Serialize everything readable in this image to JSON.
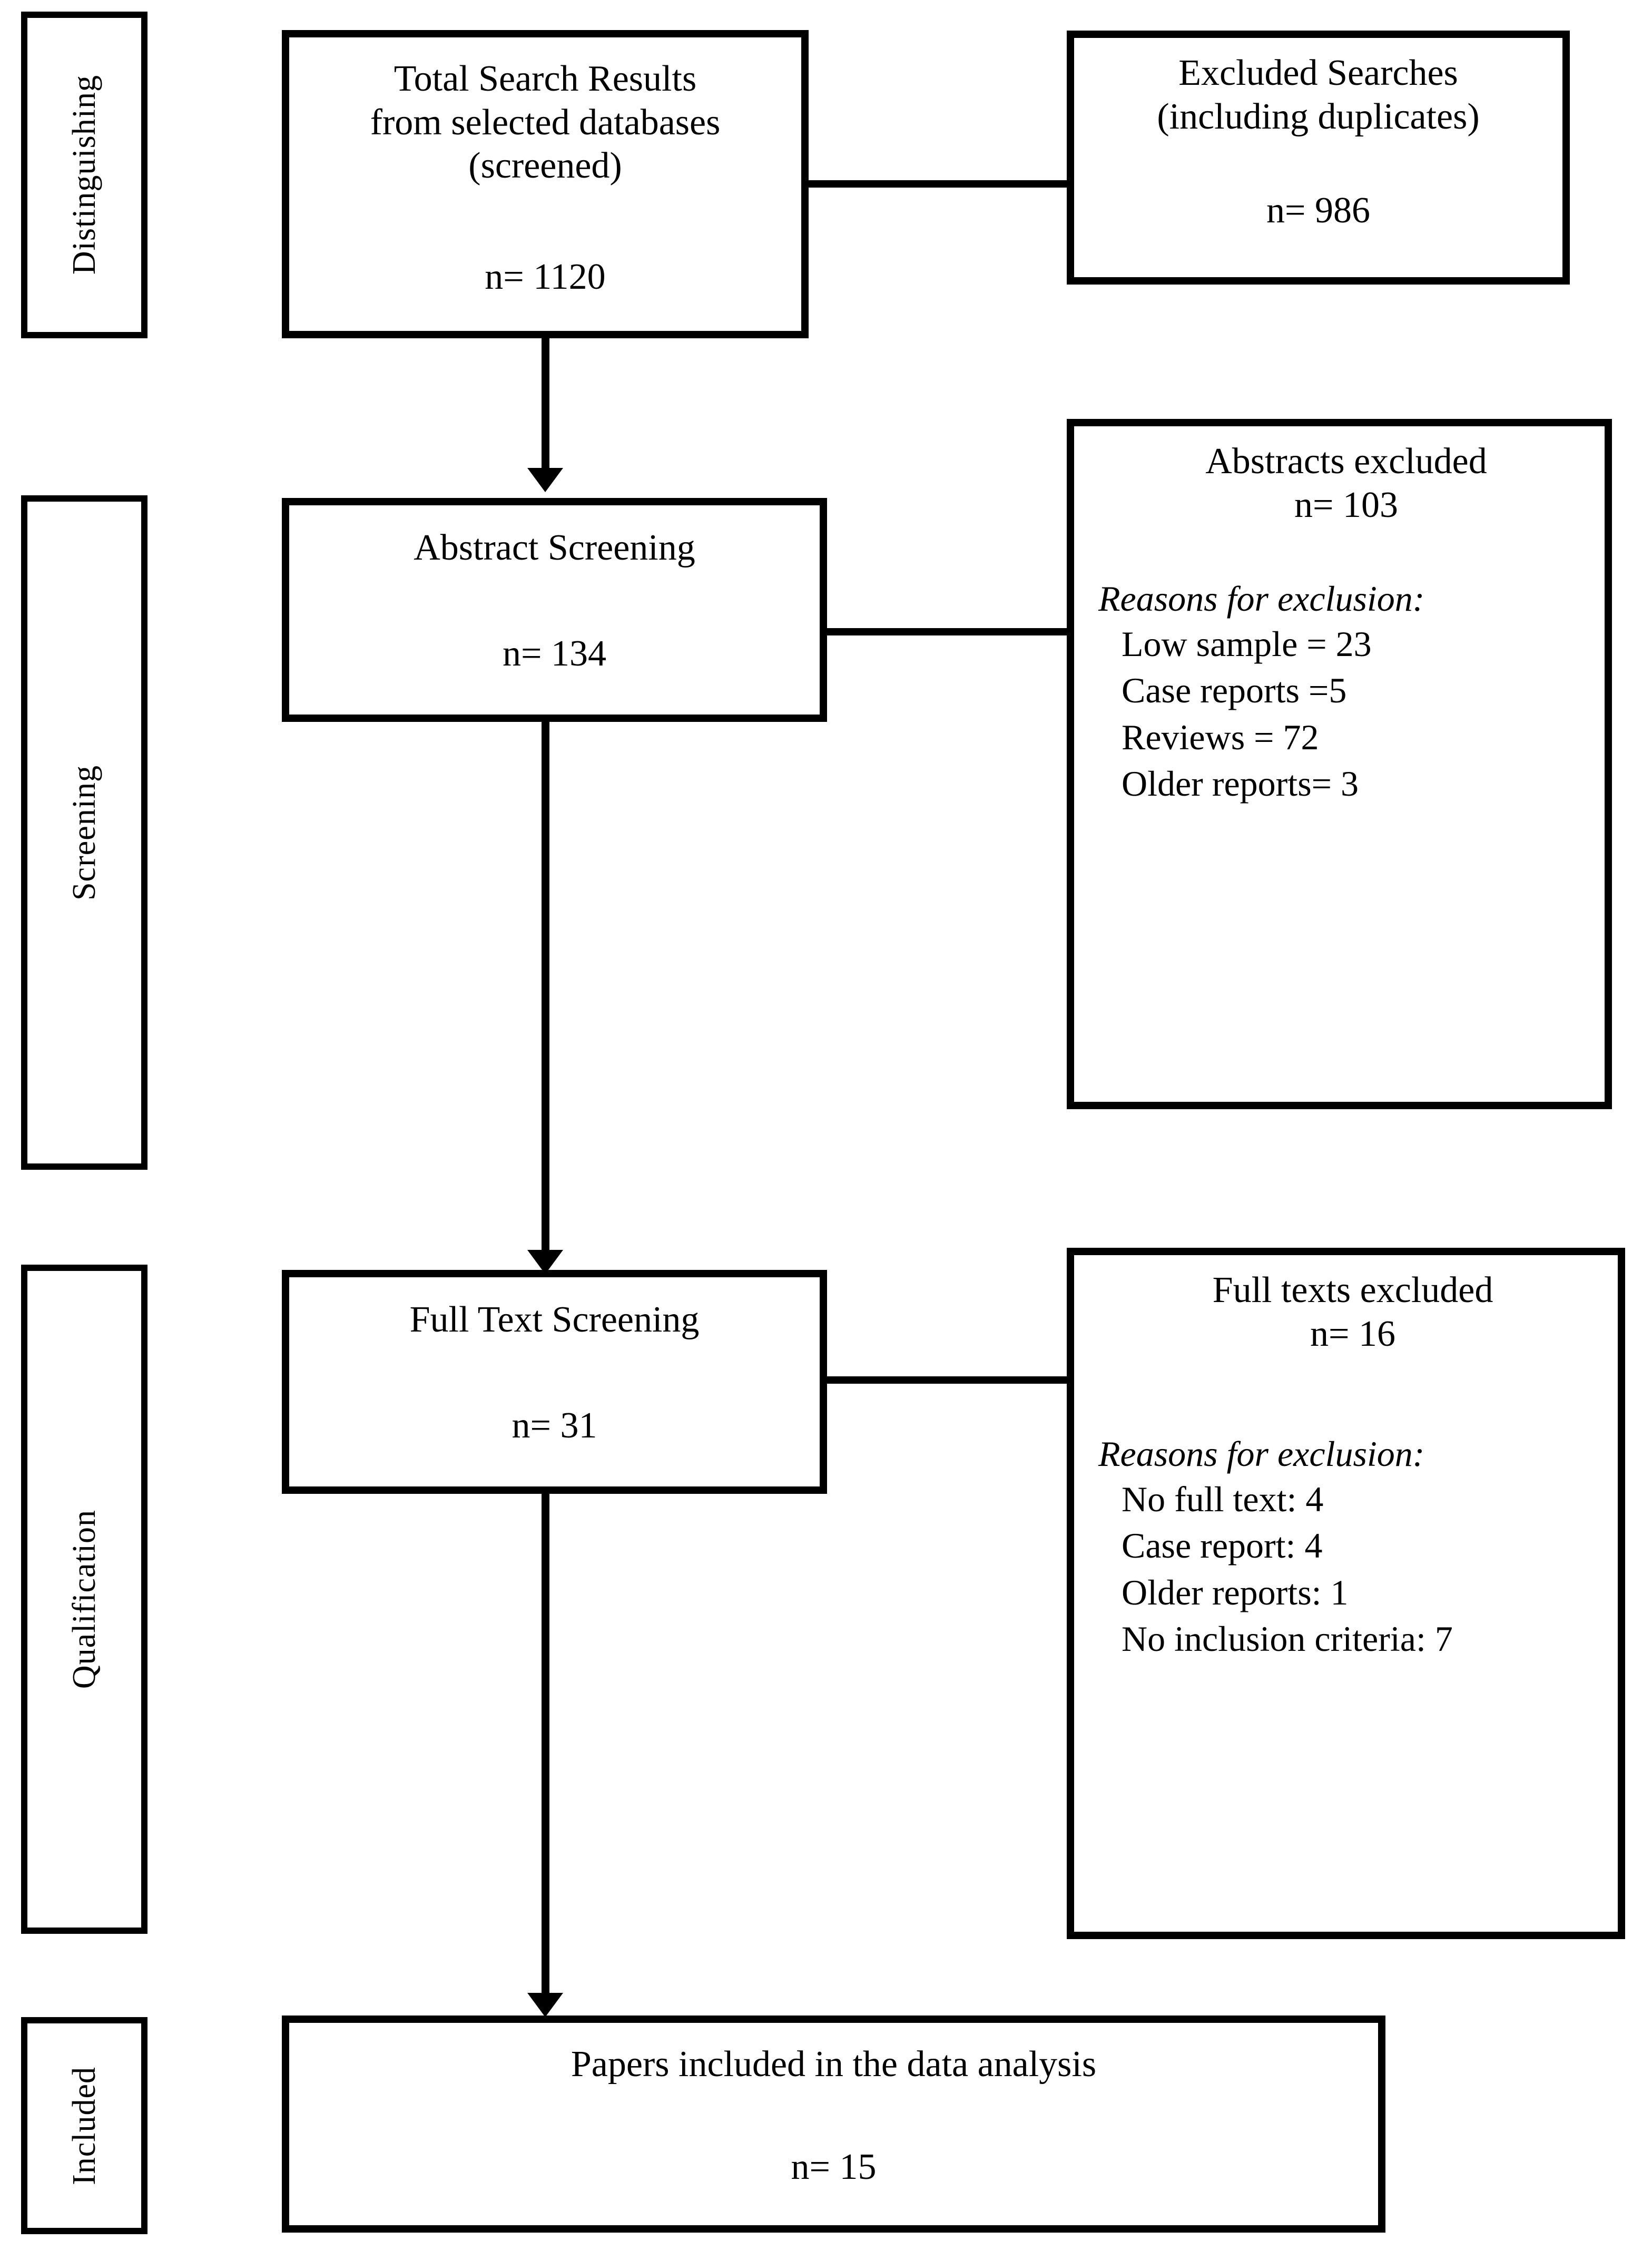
{
  "diagram": {
    "type": "prisma-flow-diagram",
    "title": "",
    "stages": [
      {
        "id": "distinguishing",
        "label": "Distinguishing"
      },
      {
        "id": "screening",
        "label": "Screening"
      },
      {
        "id": "qualification",
        "label": "Qualification"
      },
      {
        "id": "included",
        "label": "Included"
      }
    ],
    "main_nodes": [
      {
        "id": "total-search-results",
        "title": "Total Search Results\nfrom selected databases\n(screened)",
        "count": "n= 1120"
      },
      {
        "id": "abstract-screening",
        "title": "Abstract Screening",
        "count": "n= 134"
      },
      {
        "id": "full-text-screening",
        "title": "Full Text Screening",
        "count": "n= 31"
      },
      {
        "id": "papers-included",
        "title": "Papers included in the data analysis",
        "count": "n= 15"
      }
    ],
    "excluded_nodes": [
      {
        "id": "excluded-searches",
        "title": "Excluded Searches\n(including duplicates)",
        "count": "n= 986",
        "reasons_heading": "",
        "reasons": []
      },
      {
        "id": "abstracts-excluded",
        "title": "Abstracts excluded",
        "count": "n= 103",
        "reasons_heading": "Reasons for exclusion:",
        "reasons": [
          "Low sample = 23",
          "Case reports =5",
          "Reviews = 72",
          "Older reports= 3"
        ]
      },
      {
        "id": "full-texts-excluded",
        "title": "Full texts excluded",
        "count": "n= 16",
        "reasons_heading": "Reasons for exclusion:",
        "reasons": [
          "No full text: 4",
          "Case report: 4",
          "Older reports: 1",
          "No inclusion criteria: 7"
        ]
      }
    ],
    "colors": {
      "stroke": "#000000",
      "background": "#ffffff",
      "text": "#000000"
    }
  }
}
